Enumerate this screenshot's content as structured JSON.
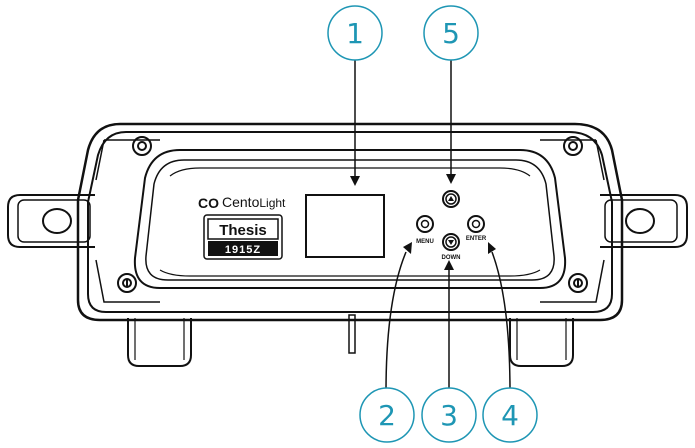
{
  "brand": {
    "logo_glyph": "CO",
    "name_main": "Cento",
    "name_light": "Light"
  },
  "model_badge": {
    "name": "Thesis",
    "number": "1915Z"
  },
  "buttons": {
    "menu": "MENU",
    "down": "DOWN",
    "enter": "ENTER"
  },
  "callouts": [
    "1",
    "2",
    "3",
    "4",
    "5"
  ],
  "colors": {
    "callout": "#1e96b4",
    "outline": "#111111"
  },
  "icons": {
    "up": "triangle-up-icon",
    "down": "triangle-down-icon",
    "menu": "circle-button-icon",
    "enter": "circle-button-icon"
  }
}
